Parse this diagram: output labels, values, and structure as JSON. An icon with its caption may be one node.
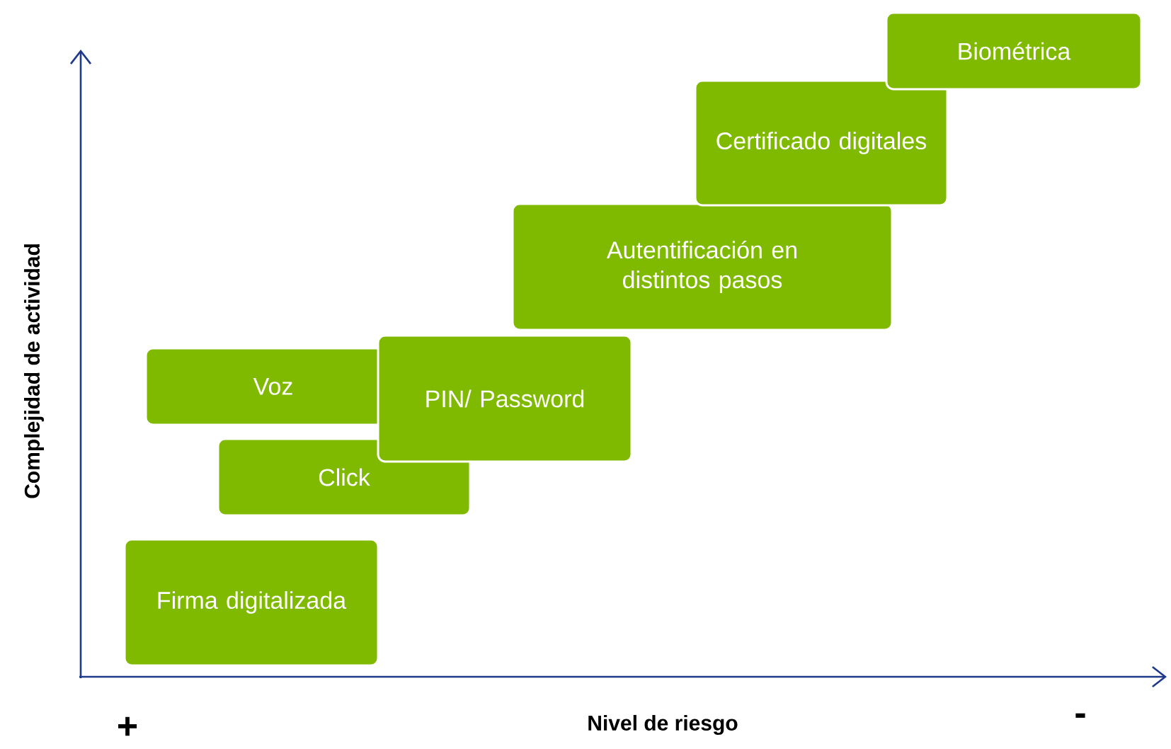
{
  "diagram": {
    "nodes": [
      {
        "text": [
          "Firma digitalizada"
        ]
      },
      {
        "text": [
          "Click"
        ]
      },
      {
        "text": [
          "Voz"
        ]
      },
      {
        "text": [
          "PIN/ Password"
        ]
      },
      {
        "text": [
          "Autentificación en distintos pasos"
        ]
      },
      {
        "text": [
          "Certificado digitales"
        ]
      },
      {
        "text": [
          "Biométrica"
        ]
      }
    ],
    "labels": [
      "Complejidad de actividad",
      "Nivel de riesgo",
      "+",
      "-"
    ]
  }
}
